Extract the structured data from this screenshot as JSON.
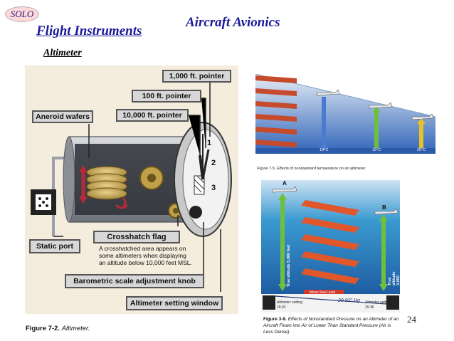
{
  "header": {
    "badge": "SOLO",
    "subtitle": "Flight Instruments",
    "title": "Aircraft Avionics",
    "section": "Altimeter"
  },
  "altimeter_figure": {
    "labels": {
      "pointer_1000": "1,000 ft. pointer",
      "pointer_100": "100 ft. pointer",
      "pointer_10000": "10,000 ft. pointer",
      "aneroid": "Aneroid wafers",
      "static_port": "Static port",
      "crosshatch": "Crosshatch flag",
      "crosshatch_desc_1": "A crosshatched area appears on",
      "crosshatch_desc_2": "some altimeters when displaying",
      "crosshatch_desc_3": "an altitude below 10,000 feet MSL.",
      "baro_knob": "Barometric scale adjustment knob",
      "setting_window": "Altimeter setting window"
    },
    "dial_numbers": [
      "1",
      "2",
      "3"
    ],
    "caption_num": "Figure 7-2.",
    "caption_text": "Altimeter."
  },
  "temperature_figure": {
    "caption": "Figure 7-5. Effects of nonstandard temperature on an altimeter.",
    "bottom_labels": [
      "10°C",
      "15°C",
      "20°C"
    ]
  },
  "pressure_figure": {
    "point_a": "A",
    "point_b": "B",
    "mean_sea_level": "Mean Sea Level",
    "baseline_label": "29.92\" Hg",
    "left_setting_label": "Altimeter setting",
    "left_setting_value": "29.92",
    "right_setting_label": "Altimeter setting",
    "right_setting_value": "29.36",
    "true_altitude_left": "True altitude 5,000 feet",
    "true_altitude_right": "True altitude 3,000 feet",
    "caption_num": "Figure 3-8.",
    "caption_line1": "Effects of Nonstandard Pressure on an Altimeter of an",
    "caption_line2": "Aircraft Flown into Air of Lower Than Standard Pressure (Air is",
    "caption_line3": "Less Dense)."
  },
  "page_number": "24",
  "colors": {
    "heading_blue": "#1a1a9a",
    "label_gray": "#d7d7d7",
    "diagram_bg": "#f4ecdd"
  }
}
